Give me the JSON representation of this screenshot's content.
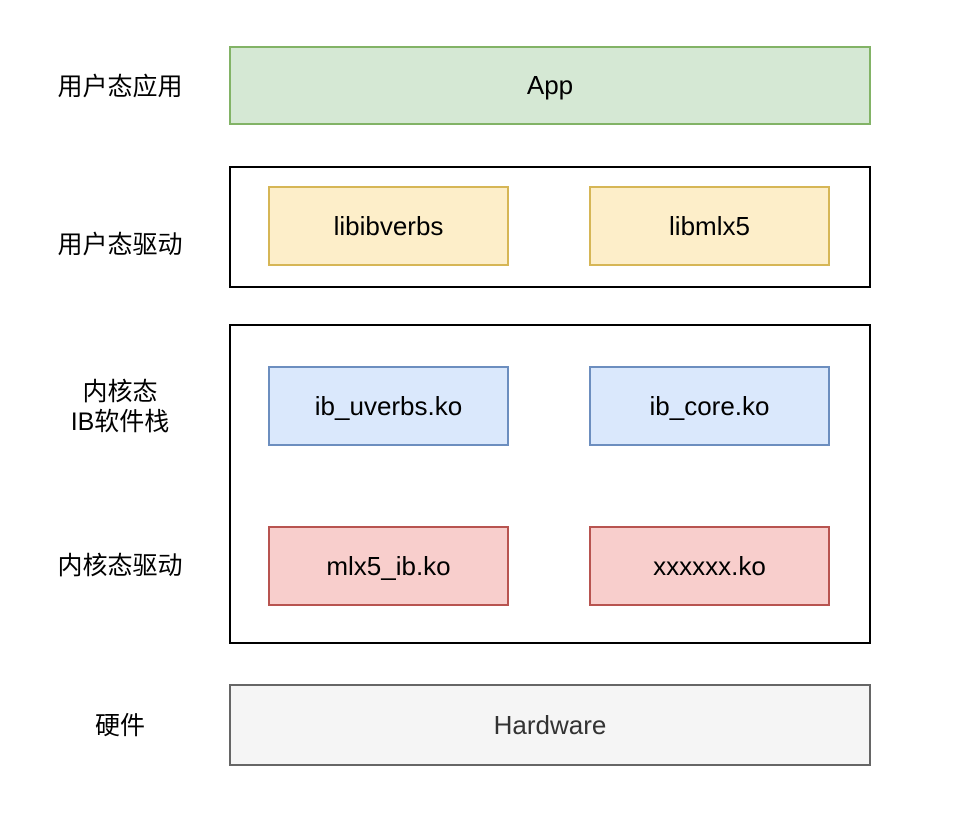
{
  "labels": {
    "user_app": "用户态应用",
    "user_driver": "用户态驱动",
    "kernel_stack_line1": "内核态",
    "kernel_stack_line2": "IB软件栈",
    "kernel_driver": "内核态驱动",
    "hardware": "硬件"
  },
  "boxes": {
    "app": "App",
    "libibverbs": "libibverbs",
    "libmlx5": "libmlx5",
    "ib_uverbs": "ib_uverbs.ko",
    "ib_core": "ib_core.ko",
    "mlx5_ib": "mlx5_ib.ko",
    "xxxxxx": "xxxxxx.ko",
    "hardware": "Hardware"
  },
  "colors": {
    "app_fill": "#d5e8d4",
    "app_border": "#82b366",
    "userlib_fill": "#fdeec9",
    "userlib_border": "#d6b656",
    "kernel_stack_fill": "#dae8fc",
    "kernel_stack_border": "#6c8ebf",
    "kernel_driver_fill": "#f8cecc",
    "kernel_driver_border": "#b85450",
    "hardware_fill": "#f5f5f5",
    "hardware_border": "#666666",
    "container_border": "#000000",
    "background": "#ffffff"
  }
}
